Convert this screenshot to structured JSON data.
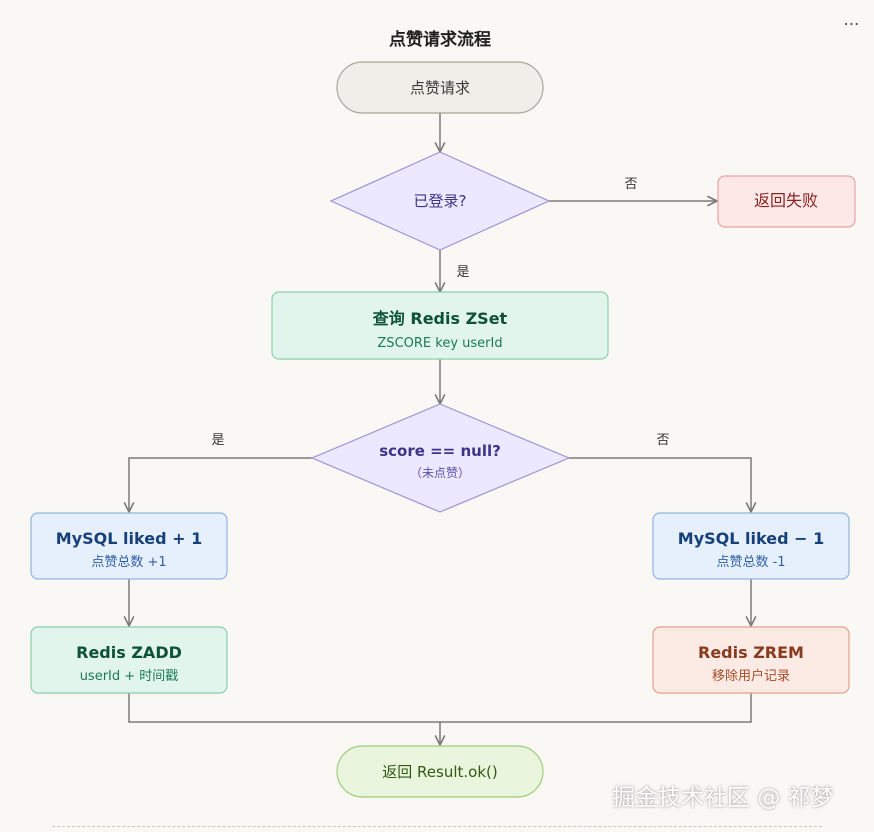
{
  "title": "点赞请求流程",
  "more_icon": "more-horizontal-icon",
  "watermark": "掘金技术社区 @ 祁梦",
  "colors": {
    "background": "#f9f8f4",
    "arrow": "#7a7a7a",
    "terminal_fill": "#efeee8",
    "terminal_stroke": "#a8a69d",
    "decision_fill": "#ebe8ff",
    "decision_stroke": "#9b93d8",
    "decision_text": "#3c3489",
    "green_fill": "#e2f5ec",
    "green_stroke": "#8ccfae",
    "green_text": "#0c5138",
    "blue_fill": "#e6f0fd",
    "blue_stroke": "#8fb4e0",
    "blue_text": "#17407a",
    "red_fill": "#fde8e8",
    "red_stroke": "#e8a3a3",
    "red_text": "#8b2323",
    "orange_fill": "#fcebe4",
    "orange_stroke": "#e3a28a",
    "orange_text": "#8a3a1e",
    "end_fill": "#e9f5dc",
    "end_stroke": "#9fcc7a",
    "end_text": "#2f5a14"
  },
  "nodes": {
    "start": {
      "label": "点赞请求"
    },
    "login_check": {
      "label": "已登录?"
    },
    "fail": {
      "label": "返回失败"
    },
    "query": {
      "label": "查询 Redis ZSet",
      "sublabel": "ZSCORE key userId"
    },
    "score_check": {
      "label": "score == null?",
      "sublabel": "（未点赞）"
    },
    "mysql_inc": {
      "label": "MySQL liked + 1",
      "sublabel": "点赞总数 +1"
    },
    "mysql_dec": {
      "label": "MySQL liked − 1",
      "sublabel": "点赞总数 -1"
    },
    "zadd": {
      "label": "Redis ZADD",
      "sublabel": "userId + 时间戳"
    },
    "zrem": {
      "label": "Redis ZREM",
      "sublabel": "移除用户记录"
    },
    "end": {
      "label": "返回 Result.ok()"
    }
  },
  "edges": {
    "login_no": "否",
    "login_yes": "是",
    "score_yes": "是",
    "score_no": "否"
  }
}
